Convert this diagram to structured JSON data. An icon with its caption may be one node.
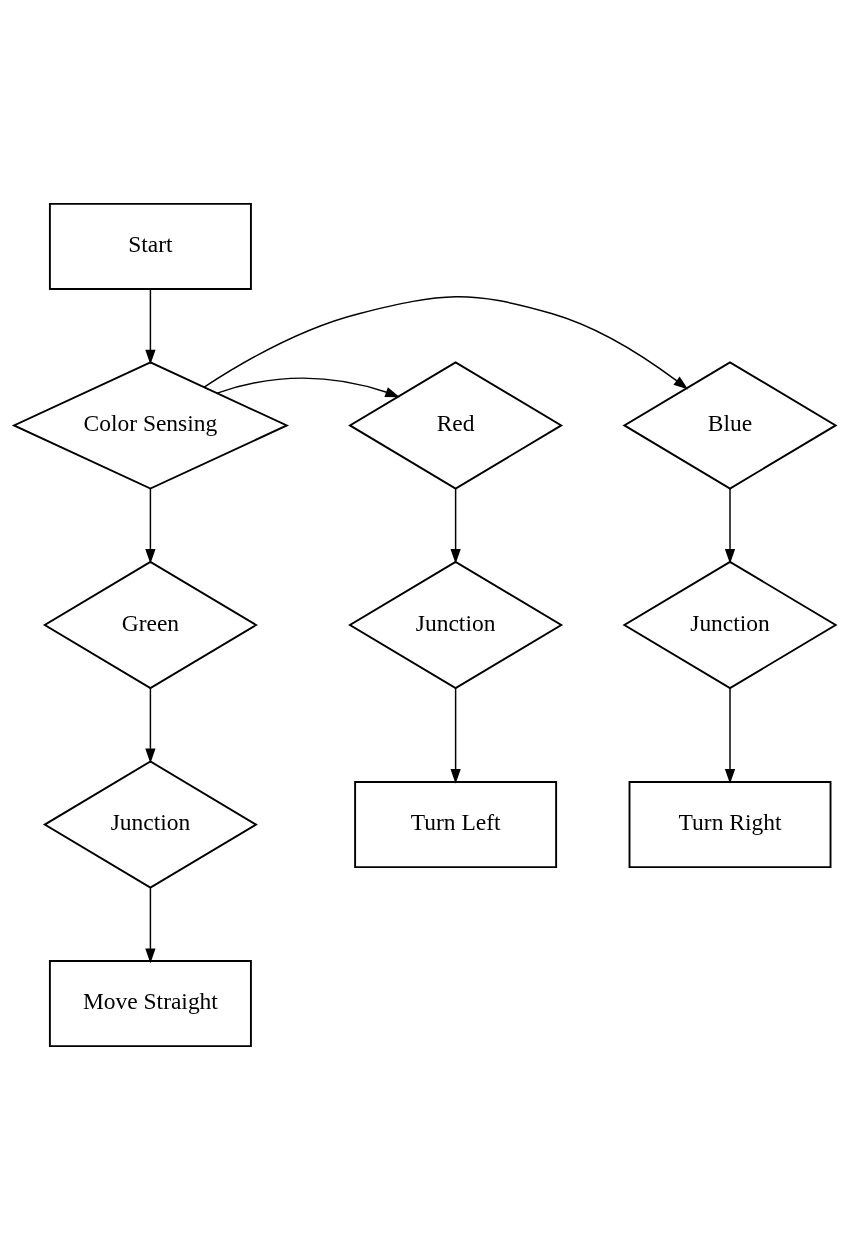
{
  "diagram": {
    "nodes": [
      {
        "text": [
          "Start"
        ]
      },
      {
        "text": [
          "Color Sensing"
        ]
      },
      {
        "text": [
          "Blue"
        ]
      },
      {
        "text": [
          "Red"
        ]
      },
      {
        "text": [
          "Junction"
        ]
      },
      {
        "text": [
          "Green"
        ]
      },
      {
        "text": [
          "Junction"
        ]
      },
      {
        "text": [
          "Turn Right"
        ]
      },
      {
        "text": [
          "Junction"
        ]
      },
      {
        "text": [
          "Turn Left"
        ]
      },
      {
        "text": [
          "Move Straight"
        ]
      }
    ],
    "edges": [
      {
        "from": 0,
        "to": 1,
        "arrow": "to"
      },
      {
        "from": 1,
        "to": 2,
        "arrow": "to"
      },
      {
        "from": 1,
        "to": 3,
        "arrow": "to"
      },
      {
        "from": 1,
        "to": 5,
        "arrow": "to"
      },
      {
        "from": 2,
        "to": 4,
        "arrow": "to"
      },
      {
        "from": 4,
        "to": 7,
        "arrow": "to"
      },
      {
        "from": 5,
        "to": 8,
        "arrow": "to"
      },
      {
        "from": 8,
        "to": 10,
        "arrow": "to"
      },
      {
        "from": 3,
        "to": 6,
        "arrow": "to"
      },
      {
        "from": 6,
        "to": 9,
        "arrow": "to"
      }
    ]
  }
}
